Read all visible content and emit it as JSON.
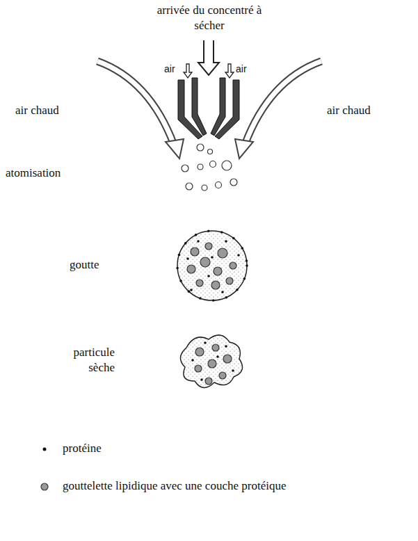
{
  "diagram": {
    "labels": [
      "arrivée du concentré à sécher",
      "air",
      "air",
      "air chaud",
      "air chaud",
      "atomisation",
      "goutte",
      "particule sèche"
    ],
    "legend": [
      {
        "text": "protéine"
      },
      {
        "text": "gouttelette lipidique avec une couche protéique"
      }
    ]
  }
}
